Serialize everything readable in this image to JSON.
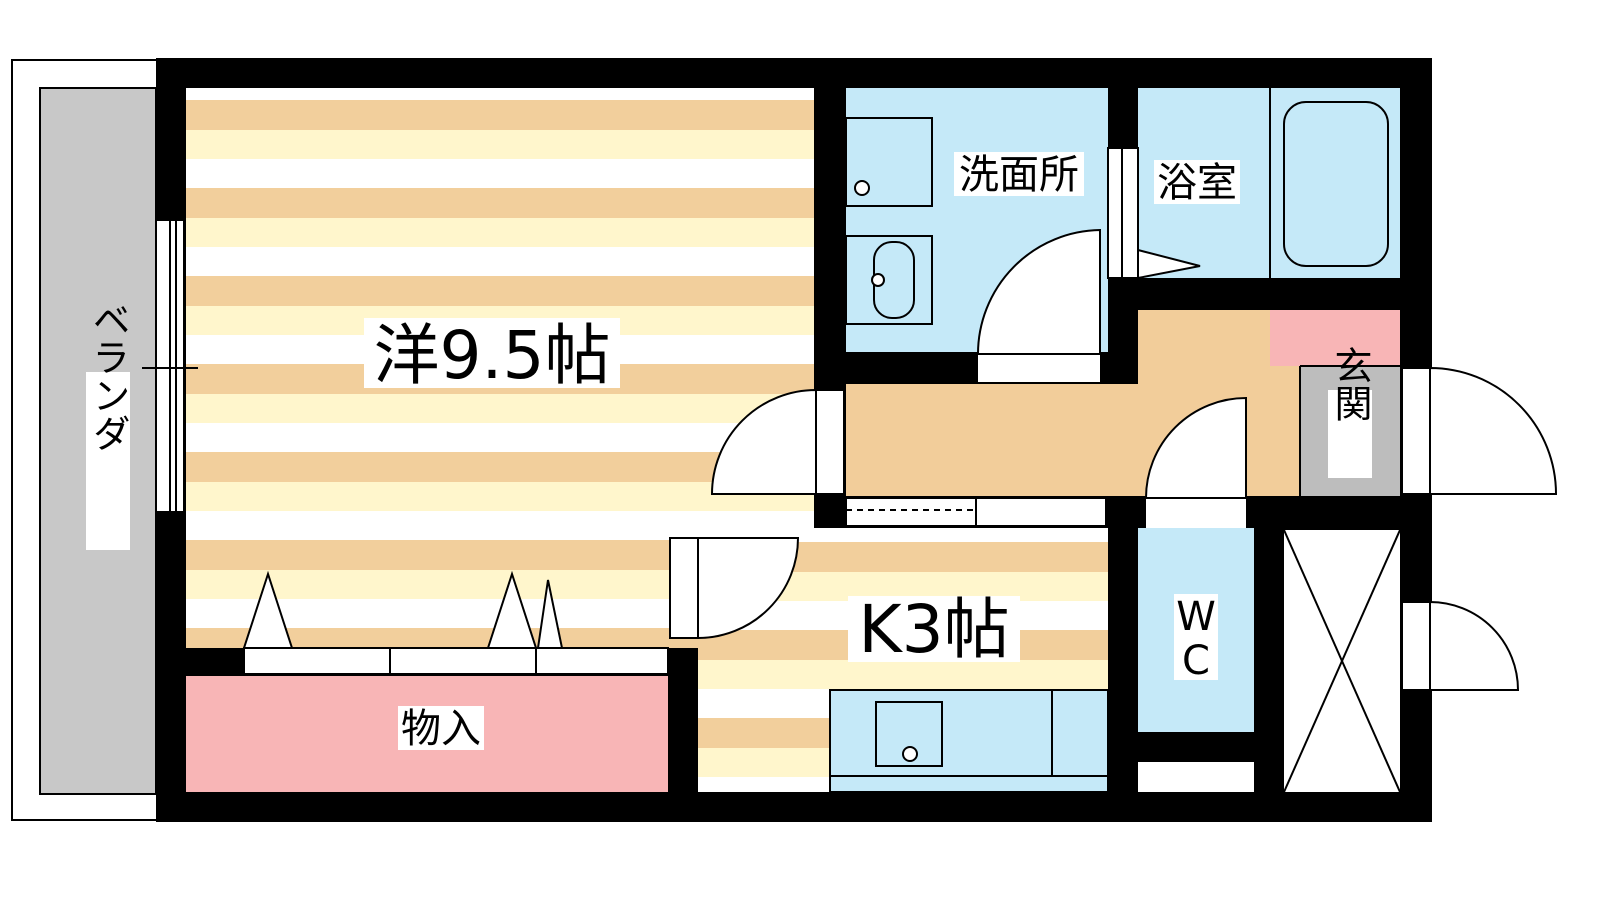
{
  "rooms": {
    "western": {
      "name": "洋9.5帖"
    },
    "kitchen": {
      "name": "K3帖"
    },
    "washroom": {
      "name": "洗面所"
    },
    "bathroom": {
      "name": "浴室"
    },
    "entrance": {
      "name": "玄関"
    },
    "wc": {
      "line1": "W",
      "line2": "C"
    },
    "closet": {
      "name": "物入"
    },
    "veranda": {
      "name": "ベランダ"
    }
  },
  "colors": {
    "wood_stripe": "#f2cf9c",
    "cream_stripe": "#fff6cc",
    "water_area": "#c5e9f8",
    "storage": "#f8b5b6",
    "entrance": "#bdbdbd",
    "veranda": "#c8c8c8",
    "hall": "#f2cd9a",
    "wall": "#000000"
  }
}
